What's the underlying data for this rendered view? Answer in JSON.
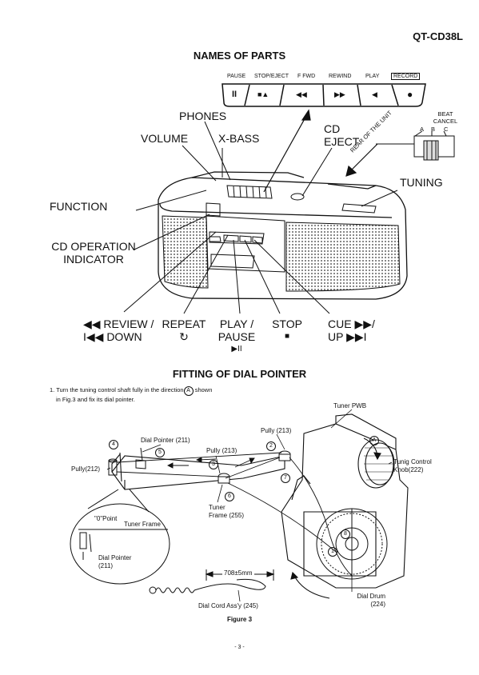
{
  "header": {
    "model": "QT-CD38L"
  },
  "names_section": {
    "title": "NAMES OF PARTS",
    "button_labels": {
      "pause": "PAUSE",
      "stop_eject": "STOP/EJECT",
      "ffwd": "F FWD",
      "rewind": "REWIND",
      "play": "PLAY",
      "record": "RECORD"
    },
    "button_symbols": {
      "pause": "II",
      "stop_eject": "■▲",
      "ffwd": "◀◀",
      "rewind": "▶▶",
      "play": "◀",
      "record": "●"
    },
    "beat_cancel": {
      "line1": "BEAT",
      "line2": "CANCEL",
      "a": "A",
      "b": "B",
      "c": "C"
    },
    "rear_label": "REAR OF THE UNIT",
    "parts": {
      "phones": "PHONES",
      "volume": "VOLUME",
      "xbass": "X-BASS",
      "cd_eject_1": "CD",
      "cd_eject_2": "EJECT",
      "tuning": "TUNING",
      "function": "FUNCTION",
      "cd_op_1": "CD OPERATION",
      "cd_op_2": "INDICATOR",
      "review_1": "◀◀ REVIEW /",
      "review_2": "I◀◀ DOWN",
      "repeat_1": "REPEAT",
      "repeat_2": "↻",
      "play_1": "PLAY /",
      "play_2": "PAUSE",
      "play_3": "▶II",
      "stop_1": "STOP",
      "stop_2": "■",
      "cue_1": "CUE ▶▶/",
      "cue_2": "UP ▶▶I"
    }
  },
  "dial_section": {
    "title": "FITTING OF DIAL POINTER",
    "instruction_1": "1. Turn the tuning control shaft fully in the direction",
    "instruction_circle": "A",
    "instruction_2": "shown",
    "instruction_3": "in Fig.3 and fix its dial pointer.",
    "figure_labels": {
      "tuner_pwb": "Tuner PWB",
      "pully_213_top": "Pully (213)",
      "dial_pointer_211": "Dial Pointer (211)",
      "pully_213": "Pully (213)",
      "pully_212": "Pully(212)",
      "tuning_knob_1": "Tunig Control",
      "tuning_knob_2": "Knob(222)",
      "tuner_frame_1": "Tuner",
      "tuner_frame_2": "Frame (255)",
      "zero_point": "\"0\"Point",
      "tuner_frame_inset": "Tuner Frame",
      "dial_pointer_inset_1": "Dial Pointer",
      "dial_pointer_inset_2": "(211)",
      "length": "708±5mm",
      "dial_cord": "Dial Cord Ass'y (245)",
      "dial_drum_1": "Dial Drum",
      "dial_drum_2": "(224)"
    },
    "circle_numbers": [
      "1",
      "2",
      "3",
      "4",
      "5",
      "6",
      "7",
      "8",
      "A"
    ],
    "caption": "Figure 3"
  },
  "footer": {
    "page": "- 3 -"
  }
}
